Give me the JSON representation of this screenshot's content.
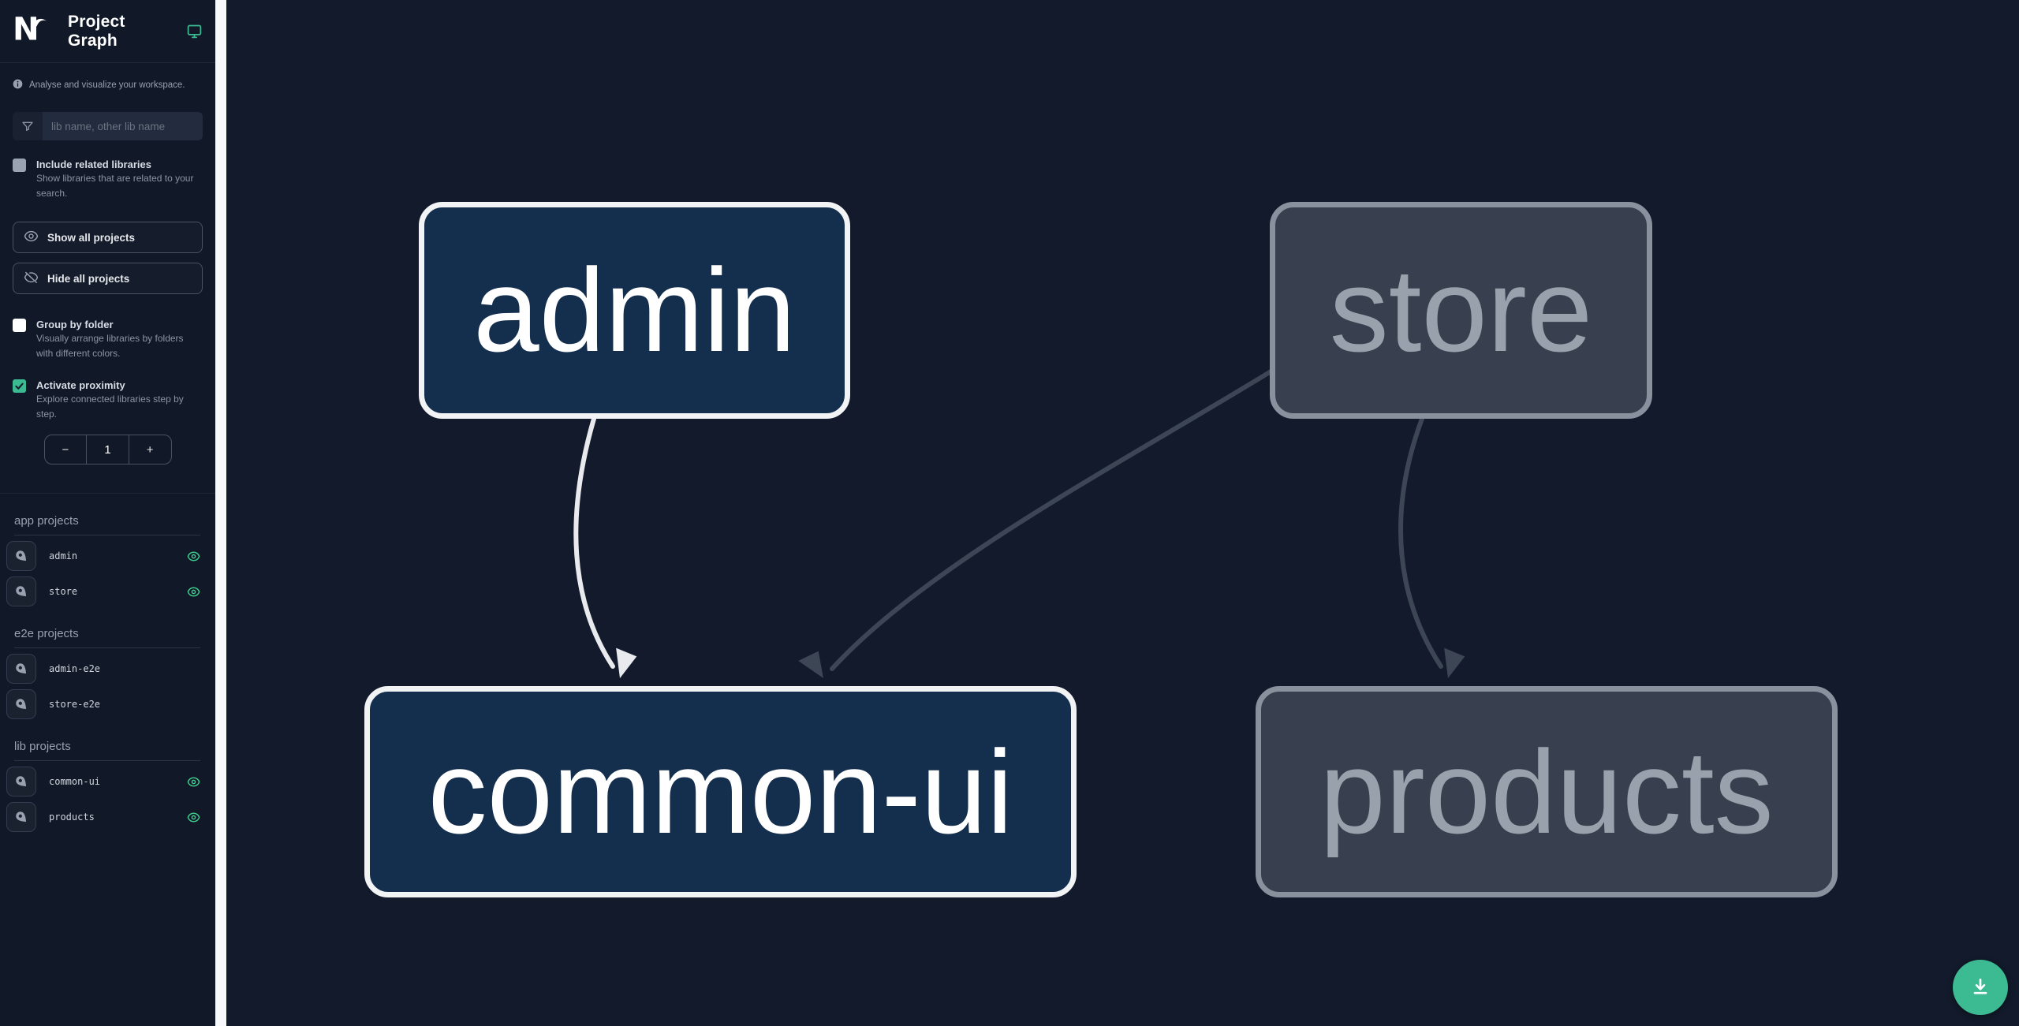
{
  "header": {
    "logo": "Nx",
    "title": "Project Graph"
  },
  "sidebar": {
    "tagline": "Analyse and visualize your workspace.",
    "search_placeholder": "lib name, other lib name",
    "checkboxes": [
      {
        "label": "Include related libraries",
        "description": "Show libraries that are related to your search.",
        "checked": false
      },
      {
        "label": "Group by folder",
        "description": "Visually arrange libraries by folders with different colors.",
        "checked": false
      },
      {
        "label": "Activate proximity",
        "description": "Explore connected libraries step by step.",
        "checked": true
      }
    ],
    "buttons": {
      "show_all": "Show all projects",
      "hide_all": "Hide all projects"
    },
    "stepper": {
      "decrement": "−",
      "increment": "+"
    },
    "proximity_value": "1",
    "sections": [
      {
        "title": "app projects",
        "items": [
          {
            "name": "admin",
            "visible": true
          },
          {
            "name": "store",
            "visible": true
          }
        ]
      },
      {
        "title": "e2e projects",
        "items": [
          {
            "name": "admin-e2e",
            "visible": false
          },
          {
            "name": "store-e2e",
            "visible": false
          }
        ]
      },
      {
        "title": "lib projects",
        "items": [
          {
            "name": "common-ui",
            "visible": true
          },
          {
            "name": "products",
            "visible": true
          }
        ]
      }
    ]
  },
  "graph": {
    "nodes": [
      {
        "id": "admin",
        "state": "focused"
      },
      {
        "id": "store",
        "state": "faded"
      },
      {
        "id": "common-ui",
        "state": "focused"
      },
      {
        "id": "products",
        "state": "faded"
      }
    ],
    "edges": [
      {
        "from": "admin",
        "to": "common-ui",
        "state": "focused"
      },
      {
        "from": "store",
        "to": "common-ui",
        "state": "faded"
      },
      {
        "from": "store",
        "to": "products",
        "state": "faded"
      }
    ]
  },
  "colors": {
    "accent": "#3cba92",
    "eye_green": "#40cf8e",
    "canvas_bg": "#121a2b",
    "sidebar_bg": "#111827",
    "node_focused_bg": "#142e4d",
    "node_focused_border": "#f1f3f5",
    "node_faded_bg": "#383f4e",
    "node_faded_border": "#8a919e",
    "node_faded_text": "#99a1ad",
    "edge_focused": "#e8eaed",
    "edge_faded": "#3d4655",
    "divider": "#f7f8f9"
  }
}
